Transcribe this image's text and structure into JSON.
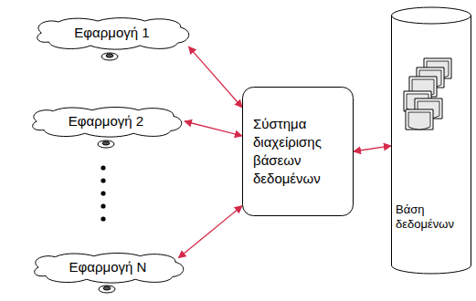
{
  "diagram": {
    "nodes": [
      {
        "text": [
          "Εφαρμογή 1"
        ]
      },
      {
        "text": [
          "Εφαρμογή 2"
        ]
      },
      {
        "text": [
          "Εφαρμογή N"
        ]
      },
      {
        "text": [
          "Σύστημα διαχείρισης βάσεων δεδομένων"
        ]
      },
      {
        "text": [
          "Βάση δεδομένων"
        ]
      }
    ],
    "edges": [
      {
        "from": 0,
        "to": 3,
        "arrow": "both"
      },
      {
        "from": 1,
        "to": 3,
        "arrow": "both"
      },
      {
        "from": 2,
        "to": 3,
        "arrow": "both"
      },
      {
        "from": 3,
        "to": 4,
        "arrow": "both"
      }
    ]
  }
}
